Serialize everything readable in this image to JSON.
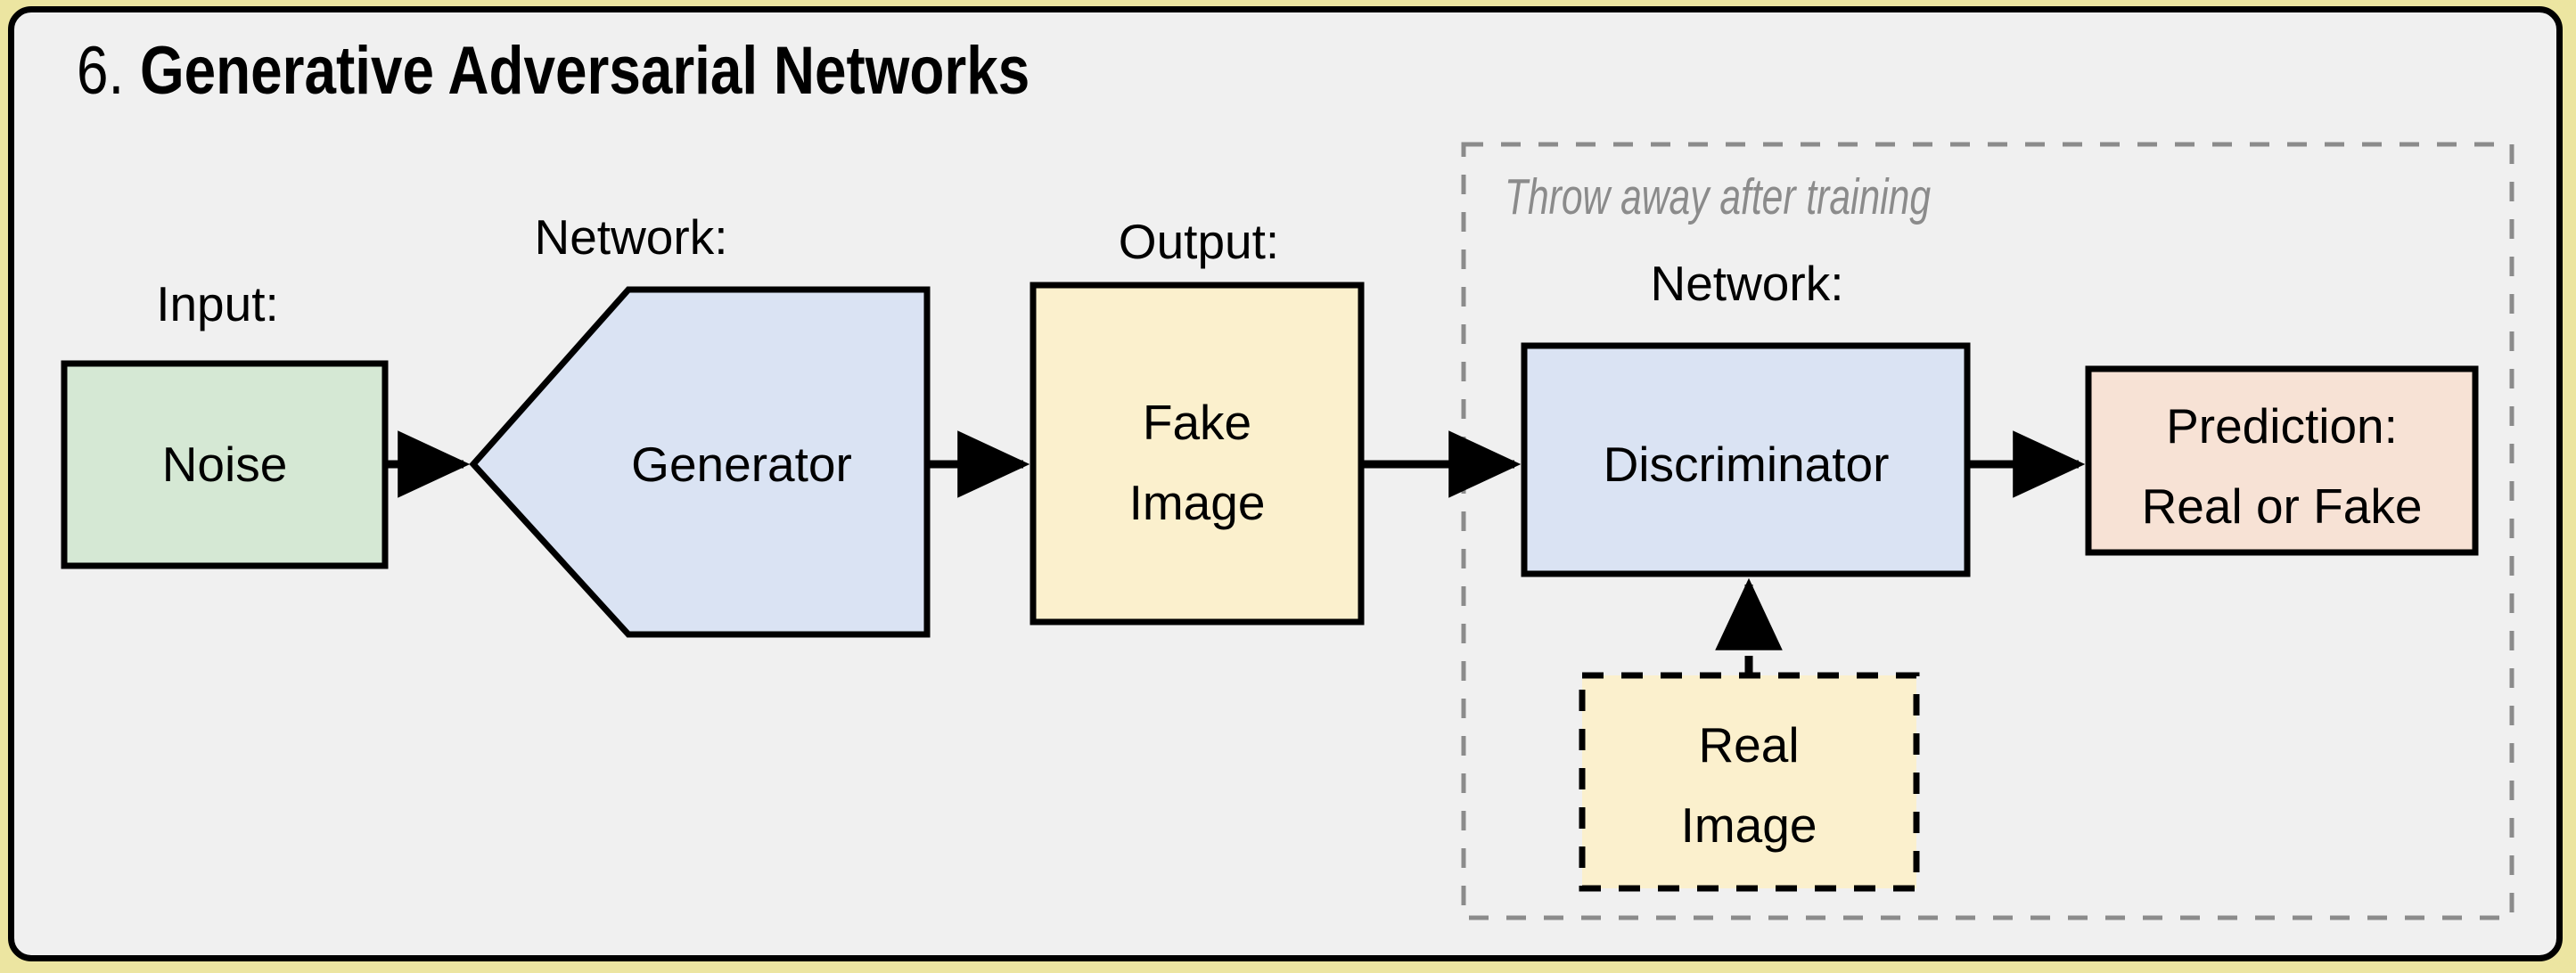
{
  "page": {
    "background_color": "#ece5a1",
    "panel_color": "#f0f0f0",
    "panel_border_color": "#000000"
  },
  "header": {
    "number": "6.",
    "title": "Generative Adversarial Networks",
    "full_title": "6. Generative Adversarial Networks"
  },
  "captions": {
    "input": "Input:",
    "network_generator": "Network:",
    "output": "Output:",
    "network_discriminator": "Network:"
  },
  "region": {
    "label": "Throw away after training",
    "border_style": "dashed",
    "border_color": "#8b8b8b"
  },
  "nodes": {
    "noise": {
      "label": "Noise",
      "fill": "#d5e8d4",
      "stroke": "#000000",
      "shape": "rect"
    },
    "generator": {
      "label": "Generator",
      "fill": "#dae3f3",
      "stroke": "#000000",
      "shape": "pentagon-left"
    },
    "fake_image": {
      "line1": "Fake",
      "line2": "Image",
      "fill": "#fbf0cd",
      "stroke": "#000000",
      "shape": "rect"
    },
    "discriminator": {
      "label": "Discriminator",
      "fill": "#dae3f3",
      "stroke": "#000000",
      "shape": "rect"
    },
    "prediction": {
      "line1": "Prediction:",
      "line2": "Real or Fake",
      "fill": "#f7e2d5",
      "stroke": "#000000",
      "shape": "rect"
    },
    "real_image": {
      "line1": "Real",
      "line2": "Image",
      "fill": "#fbf0cd",
      "stroke": "#000000",
      "shape": "rect-dashed"
    }
  },
  "edges": [
    {
      "from": "noise",
      "to": "generator",
      "style": "solid",
      "arrow": "end"
    },
    {
      "from": "generator",
      "to": "fake_image",
      "style": "solid",
      "arrow": "end"
    },
    {
      "from": "fake_image",
      "to": "discriminator",
      "style": "solid",
      "arrow": "end"
    },
    {
      "from": "discriminator",
      "to": "prediction",
      "style": "solid",
      "arrow": "end"
    },
    {
      "from": "real_image",
      "to": "discriminator",
      "style": "dashed",
      "arrow": "end"
    }
  ]
}
